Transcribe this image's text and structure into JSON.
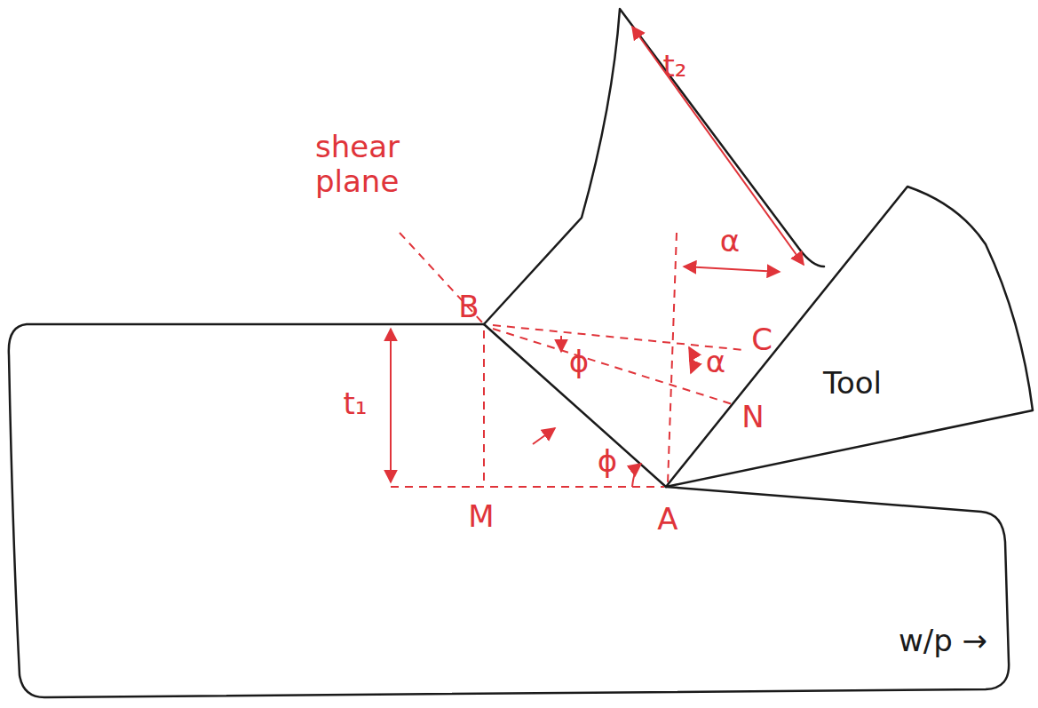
{
  "diagram": {
    "labels": [
      "shear plane",
      "t₂",
      "α",
      "B",
      "C",
      "ϕ",
      "α",
      "N",
      "Tool",
      "t₁",
      "ϕ",
      "M",
      "A",
      "w/p →"
    ]
  }
}
